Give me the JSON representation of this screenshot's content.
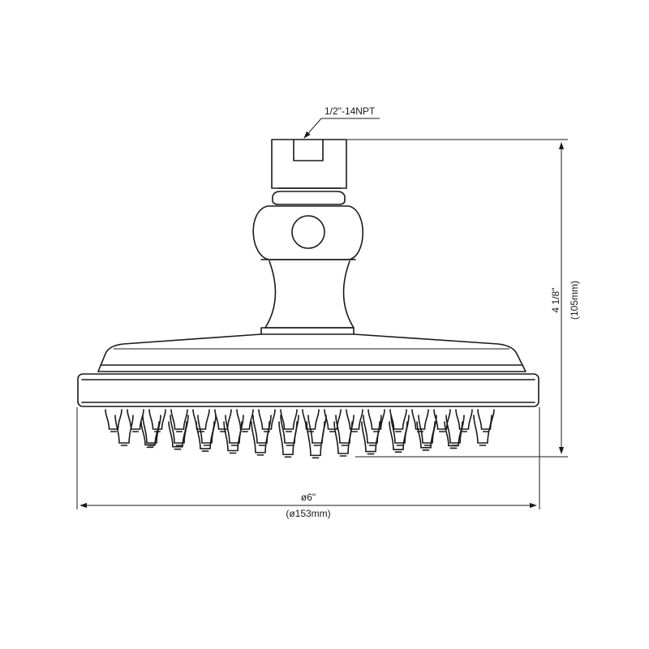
{
  "dimensions": {
    "thread_label": "1/2\"-14NPT",
    "height_imperial": "4 1/8\"",
    "height_metric": "(105mm)",
    "diameter_imperial": "ø6\"",
    "diameter_metric": "(ø153mm)"
  },
  "colors": {
    "line": "#1a1a1a",
    "background": "#ffffff"
  }
}
